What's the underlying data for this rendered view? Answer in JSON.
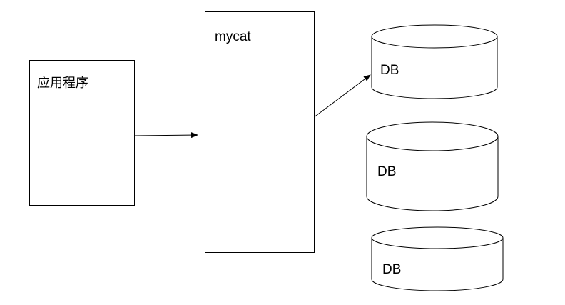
{
  "nodes": {
    "app": {
      "label": "应用程序"
    },
    "mycat": {
      "label": "mycat"
    },
    "databases": [
      {
        "label": "DB"
      },
      {
        "label": "DB"
      },
      {
        "label": "DB"
      }
    ]
  },
  "colors": {
    "stroke": "#000000",
    "fill": "#ffffff"
  }
}
